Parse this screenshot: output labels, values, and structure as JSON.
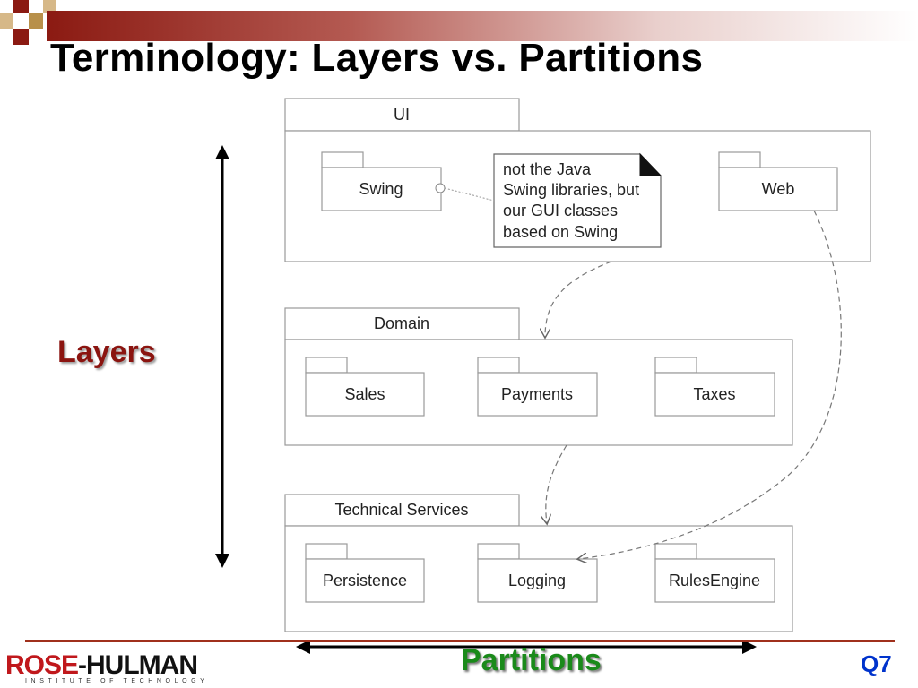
{
  "slide": {
    "title": "Terminology:  Layers vs. Partitions",
    "layers_label": "Layers",
    "partitions_label": "Partitions",
    "question_label": "Q7"
  },
  "diagram": {
    "layers": [
      {
        "name": "UI",
        "packages": [
          "Swing",
          "Web"
        ]
      },
      {
        "name": "Domain",
        "packages": [
          "Sales",
          "Payments",
          "Taxes"
        ]
      },
      {
        "name": "Technical Services",
        "packages": [
          "Persistence",
          "Logging",
          "RulesEngine"
        ]
      }
    ],
    "note": {
      "lines": [
        "not the Java",
        "Swing libraries, but",
        "our GUI classes",
        "based on Swing"
      ]
    }
  },
  "logo": {
    "main_red": "ROSE",
    "main_dark": "-HULMAN",
    "sub": "INSTITUTE OF TECHNOLOGY"
  },
  "colors": {
    "title_gradient_start": "#8b1a12",
    "layers_label": "#8b1410",
    "partitions_label": "#1a8a1a",
    "question_label": "#0033cc",
    "footer_line": "#a0301c"
  }
}
